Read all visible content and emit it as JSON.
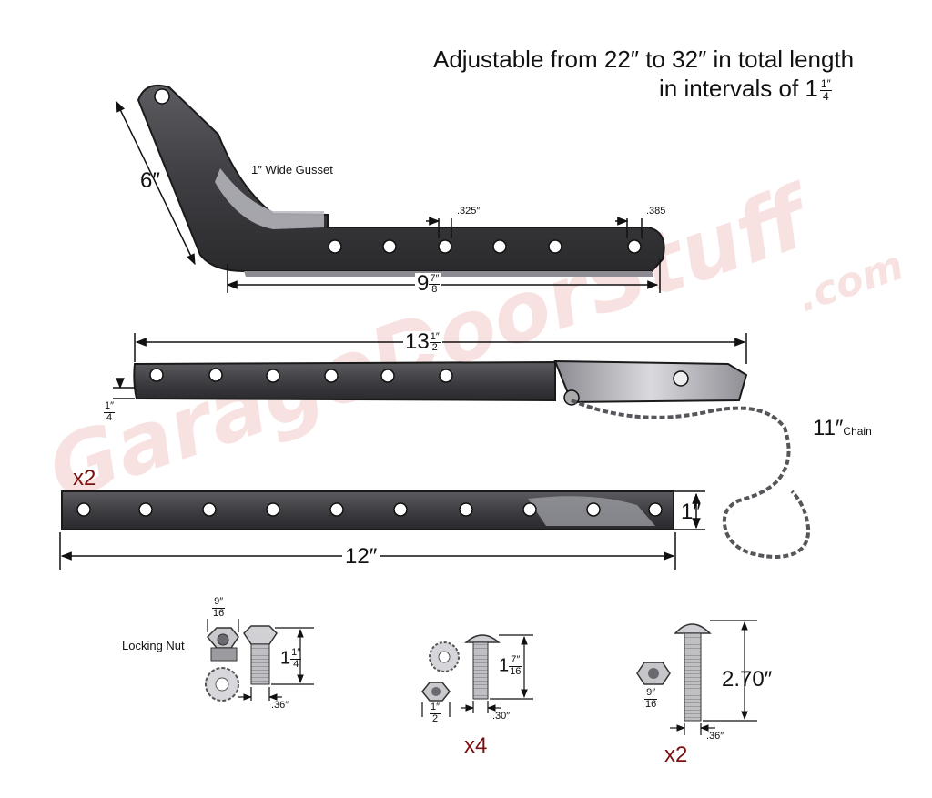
{
  "header": {
    "line1": "Adjustable from 22″ to 32″ in total length",
    "line2": "in intervals of 1",
    "line2_frac_num": "1″",
    "line2_frac_den": "4"
  },
  "watermark": {
    "brand": "GarageDoorStuff",
    "domain": ".com"
  },
  "bent_bar": {
    "height_label": "6″",
    "gusset_label": "1″ Wide Gusset",
    "hole_spacing_label": ".325″",
    "end_hole_label": ".385",
    "length_whole": "9",
    "length_num": "7″",
    "length_den": "8"
  },
  "chain_bar": {
    "length_whole": "13",
    "length_num": "1″",
    "length_den": "2",
    "thickness_num": "1″",
    "thickness_den": "4",
    "chain_label": "11″",
    "chain_sub": "Chain"
  },
  "flat_bar": {
    "qty": "x2",
    "width_label": "1″",
    "length_label": "12″"
  },
  "hardware": {
    "locking_nut_label": "Locking Nut",
    "bolt1_nut_num": "9″",
    "bolt1_nut_den": "16",
    "bolt1_len_whole": "1",
    "bolt1_len_num": "1″",
    "bolt1_len_den": "4",
    "bolt1_dia": ".36″",
    "bolt2_len_whole": "1",
    "bolt2_len_num": "7″",
    "bolt2_len_den": "16",
    "bolt2_nut_num": "1″",
    "bolt2_nut_den": "2",
    "bolt2_dia": ".30″",
    "bolt2_qty": "x4",
    "bolt3_len": "2.70″",
    "bolt3_nut_num": "9″",
    "bolt3_nut_den": "16",
    "bolt3_dia": ".36″",
    "bolt3_qty": "x2"
  }
}
